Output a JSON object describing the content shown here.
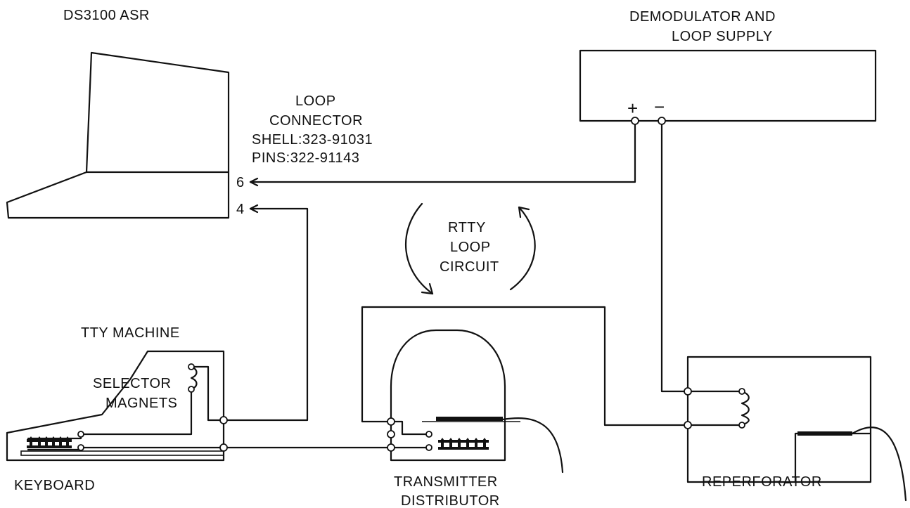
{
  "labels": {
    "asr_title": "DS3100 ASR",
    "demod_line1": "DEMODULATOR AND",
    "demod_line2": "LOOP SUPPLY",
    "loop_line1": "LOOP",
    "loop_line2": "CONNECTOR",
    "loop_shell": "SHELL:323-91031",
    "loop_pins": "PINS:322-91143",
    "pin6": "6",
    "pin4": "4",
    "plus": "+",
    "minus": "−",
    "rtty_line1": "RTTY",
    "rtty_line2": "LOOP",
    "rtty_line3": "CIRCUIT",
    "tty_machine": "TTY MACHINE",
    "selector_line1": "SELECTOR",
    "selector_line2": "MAGNETS",
    "keyboard": "KEYBOARD",
    "transmitter_line1": "TRANSMITTER",
    "transmitter_line2": "DISTRIBUTOR",
    "reperforator": "REPERFORATOR"
  }
}
